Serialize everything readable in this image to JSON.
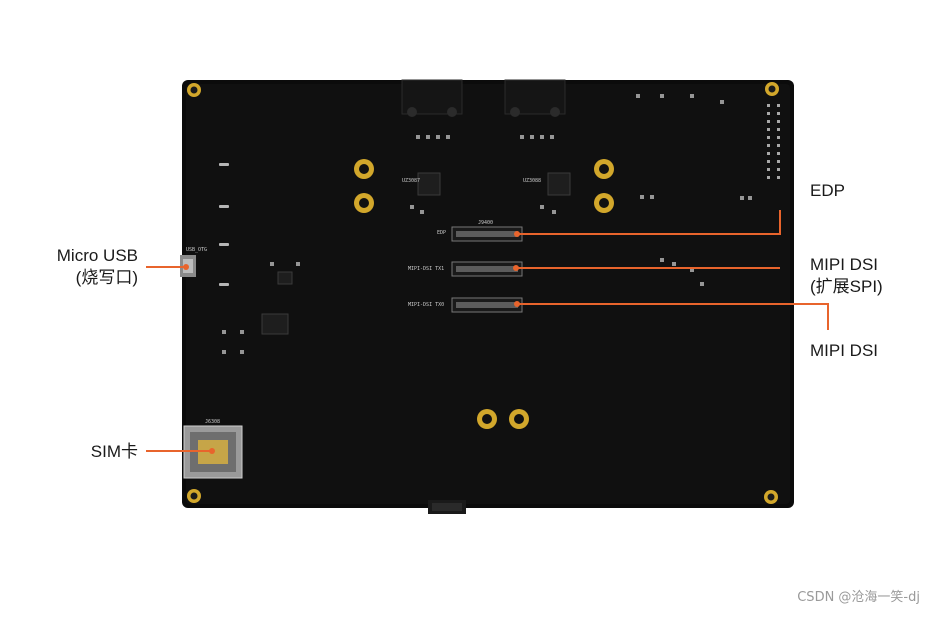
{
  "labels": {
    "micro_usb": "Micro USB",
    "micro_usb_sub": "(烧写口)",
    "sim": "SIM卡",
    "edp": "EDP",
    "mipi_dsi_1": "MIPI DSI",
    "mipi_dsi_1_sub": "(扩展SPI)",
    "mipi_dsi_2": "MIPI DSI"
  },
  "silkscreen": {
    "usb_otg": "USB_OTG",
    "chip1": "UZ3087",
    "chip2": "UZ3088",
    "edp": "EDP",
    "j9400": "J9400",
    "mipi_dsi_tx1": "MIPI-DSI TX1",
    "mipi_dsi_tx0": "MIPI-DSI TX0",
    "j6308": "J6308"
  },
  "watermark": "CSDN @沧海一笑-dj",
  "colors": {
    "pcb": "#0b0b0b",
    "callout_line": "#e8642c",
    "callout_dot": "#e8642c",
    "gold_pad": "#d2a72b",
    "silk": "#c9c9c9"
  }
}
